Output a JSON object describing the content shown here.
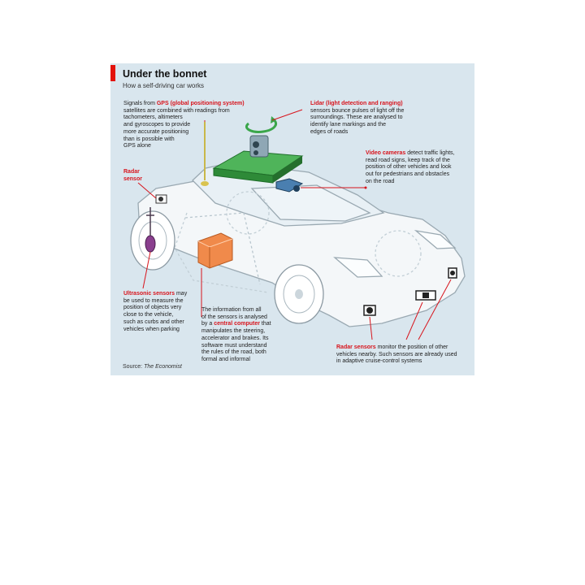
{
  "header": {
    "title": "Under the bonnet",
    "subtitle": "How a self-driving car works"
  },
  "annotations": {
    "gps": {
      "pre": "Signals from ",
      "term": "GPS (global positioning system)",
      "post": "\nsatellites are combined with readings from\ntachometers, altimeters\nand gyroscopes to provide\nmore accurate positioning\nthan is possible with\nGPS alone"
    },
    "lidar": {
      "term": "Lidar (light detection and ranging)",
      "post": "\nsensors bounce pulses of light off  the\nsurroundings. These are analysed to\nidentify lane markings and the\nedges of roads"
    },
    "video": {
      "term": "Video cameras",
      "post": " detect traffic lights,\nread road signs, keep track of the\nposition of other vehicles and look\nout for pedestrians and obstacles\non the road"
    },
    "radar_label": {
      "term": "Radar\nsensor"
    },
    "ultrasonic": {
      "term": "Ultrasonic sensors",
      "post": " may\nbe used to measure the\nposition of objects very\nclose to the vehicle,\nsuch as curbs and other\nvehicles when parking"
    },
    "computer": {
      "pre": "The information from all\nof the sensors is analysed\nby a ",
      "term": "central computer",
      "post": " that\nmanipulates the steering,\naccelerator and brakes. Its\nsoftware must understand\nthe rules of the road, both\nformal and informal"
    },
    "radar": {
      "term": "Radar sensors",
      "post": " monitor the position of other\nvehicles nearby. Such sensors are already used\nin adaptive cruise-control systems"
    }
  },
  "source": {
    "label": "Source: ",
    "name": "The Economist"
  },
  "colors": {
    "accent": "#e3120b",
    "panel": "#d9e6ee",
    "lidar_mount": "#2e9e3e",
    "computer": "#f08a4b"
  }
}
